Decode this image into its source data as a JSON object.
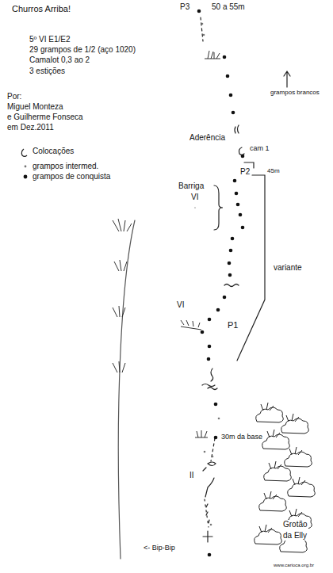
{
  "diagram": {
    "title": "Churros Arriba!",
    "labels": [
      "5º VI E1/E2",
      "29 grampos de 1/2 (aço 1020)",
      "Camalot 0,3 ao 2",
      "3 estições",
      "Por:",
      "Miguel Monteza",
      "e Guilherme Fonseca",
      "em Dez.2011",
      "P3",
      "50 a 55m",
      "grampos brancos",
      "Aderência",
      "cam 1",
      "P2",
      "45m",
      "Barriga",
      "VI",
      "variante",
      "VI",
      "P1",
      "30m da base",
      "II",
      "<- Bip-Bip",
      "Grotão",
      "da Elly",
      "www.carioca.org.br"
    ],
    "legend": [
      {
        "text": "Colocações"
      },
      {
        "text": "grampos intermed."
      },
      {
        "text": "grampos de conquista"
      }
    ]
  }
}
